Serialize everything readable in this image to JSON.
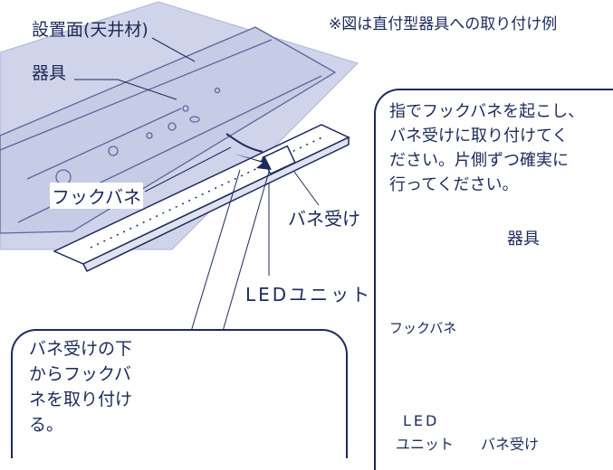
{
  "note": "※図は直付型器具への取り付け例",
  "labels": {
    "ceiling": "設置面(天井材)",
    "fixture": "器具",
    "hook_spring": "フックバネ",
    "spring_receiver": "バネ受け",
    "led_unit": "LEDユニット"
  },
  "callout_left": {
    "lines": [
      "バネ受けの下",
      "からフックバ",
      "ネを取り付け",
      "る。"
    ]
  },
  "callout_right": {
    "lines": [
      "指でフックバネを起こし、",
      "バネ受けに取り付けてく",
      "ださい。片側ずつ確実に",
      "行ってください。"
    ],
    "fixture": "器具",
    "hook_spring": "フックバネ",
    "led_line1": "LED",
    "led_line2": "ユニット",
    "spring_receiver": "バネ受け"
  },
  "colors": {
    "ink": "#1d2a5a",
    "ceiling": "#cfd4ea",
    "arrow": "#1d2a5a"
  }
}
